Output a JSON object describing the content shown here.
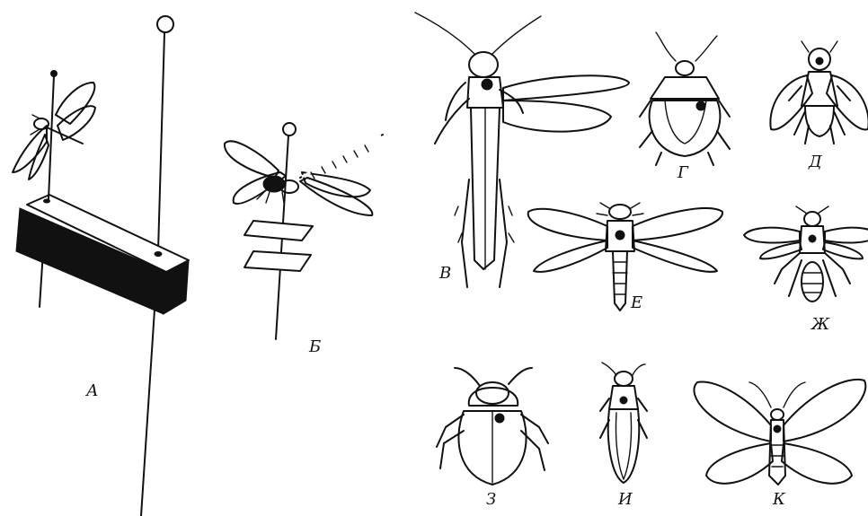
{
  "figure_labels": {
    "A": "А",
    "B": "Б",
    "V": "В",
    "G": "Г",
    "D": "Д",
    "E": "Е",
    "Zh": "Ж",
    "Z": "З",
    "I": "И",
    "K": "К"
  }
}
